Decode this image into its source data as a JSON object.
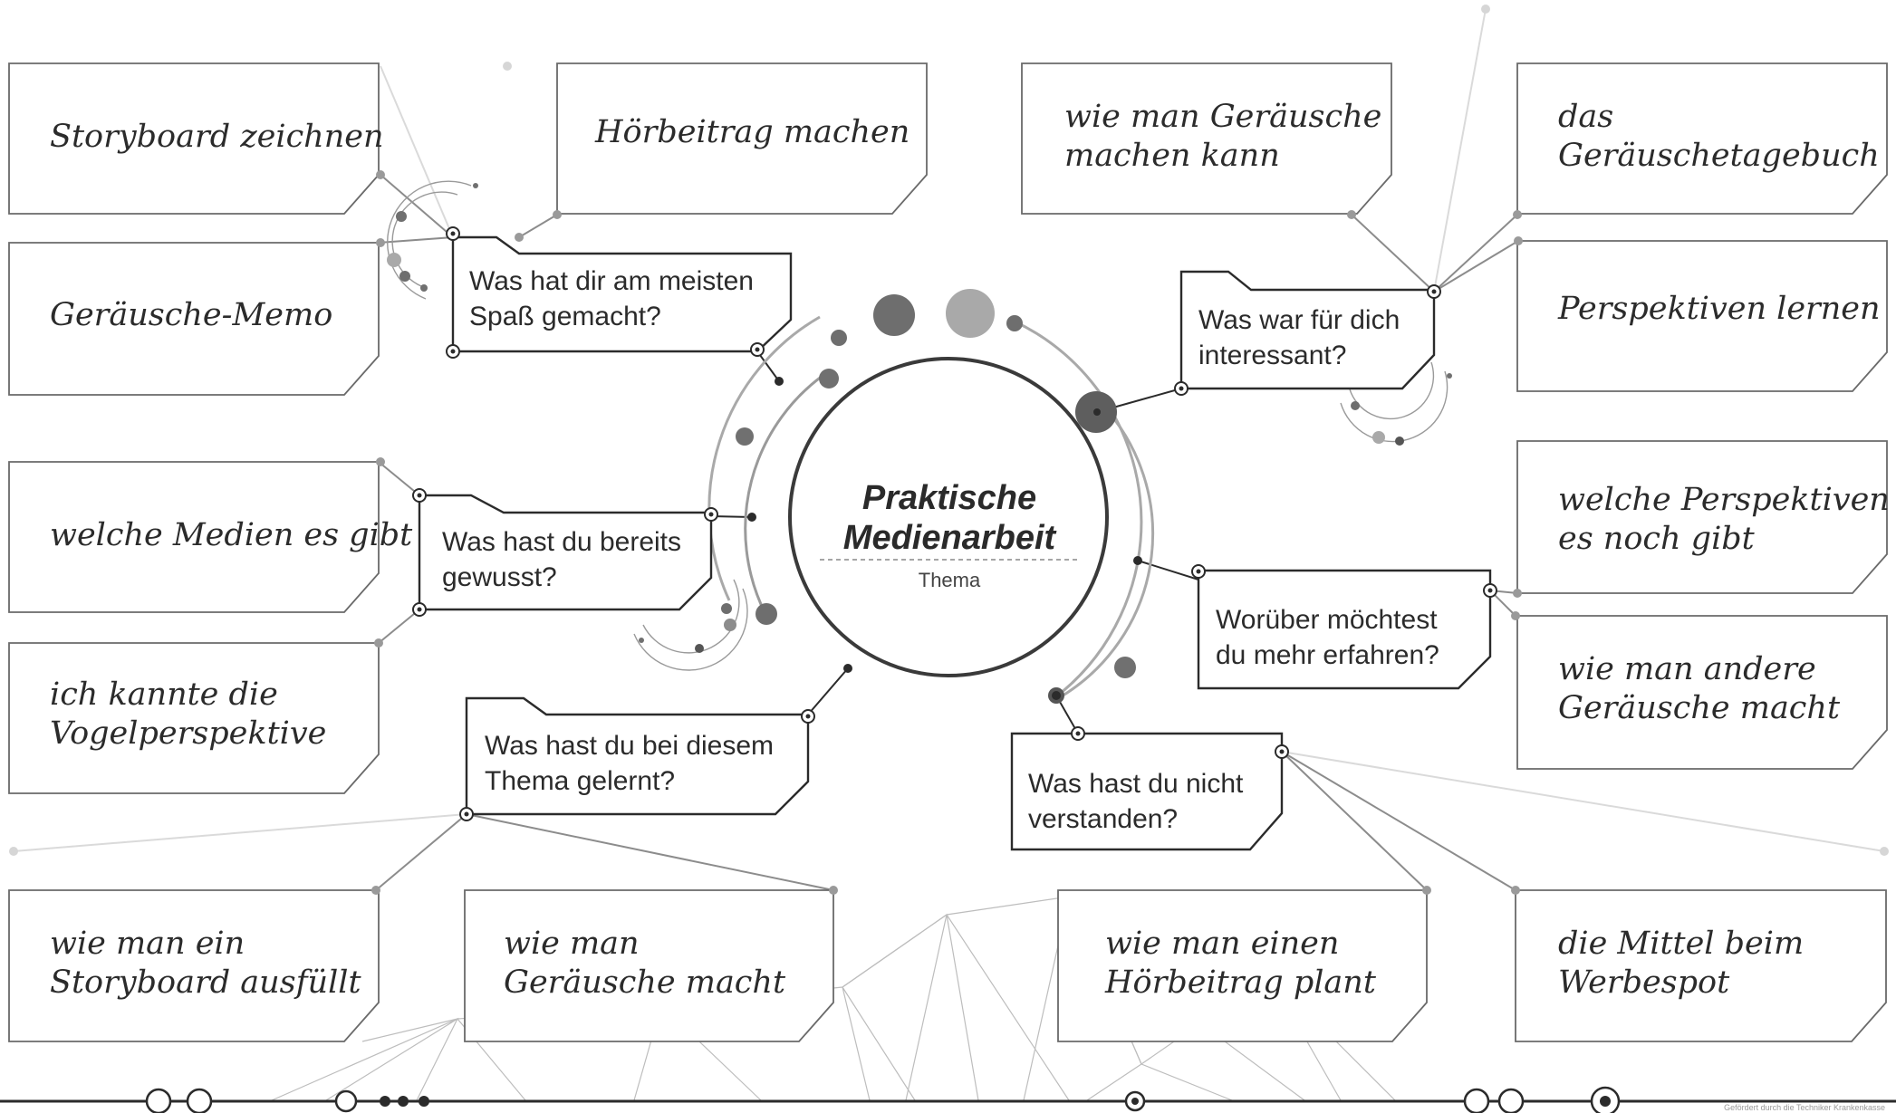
{
  "center": {
    "title": "Praktische\nMedienarbeit",
    "subtitle": "Thema"
  },
  "questions": {
    "q1": "Was hat dir am meisten\nSpaß gemacht?",
    "q2": "Was war für dich\ninteressant?",
    "q3": "Was hast du bereits\ngewusst?",
    "q4": "Worüber möchtest\ndu mehr erfahren?",
    "q5": "Was hast du bei diesem\nThema gelernt?",
    "q6": "Was hast du nicht\nverstanden?"
  },
  "notes": {
    "n1": "Storyboard zeichnen",
    "n2": "Hörbeitrag machen",
    "n3": "Geräusche-Memo",
    "n4": "wie man Geräusche\nmachen kann",
    "n5": "das\nGeräuschetagebuch",
    "n6": "Perspektiven lernen",
    "n7": "welche Medien es gibt",
    "n8": "welche Perspektiven\nes noch gibt",
    "n9": "ich kannte die\nVogelperspektive",
    "n10": "wie man andere\nGeräusche macht",
    "n11": "wie man ein\nStoryboard ausfüllt",
    "n12": "wie man\nGeräusche macht",
    "n13": "wie man einen\nHörbeitrag plant",
    "n14": "die Mittel beim\nWerbespot"
  },
  "footer": {
    "text": "Gefördert durch die Techniker Krankenkasse"
  },
  "colors": {
    "dark": "#2b2b2b",
    "mid": "#707070",
    "light": "#a9a9a9",
    "faint": "#d6d6d6"
  }
}
